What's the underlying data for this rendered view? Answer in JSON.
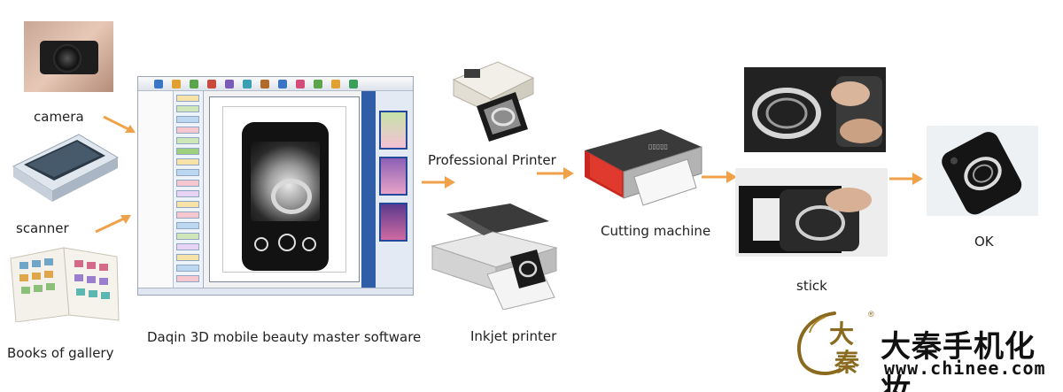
{
  "labels": {
    "camera": "camera",
    "scanner": "scanner",
    "books": "Books of gallery",
    "software": "Daqin 3D mobile beauty master software",
    "pro_printer": "Professional Printer",
    "inkjet": "Inkjet  printer",
    "cutting": "Cutting machine",
    "stick": "stick",
    "ok": "OK"
  },
  "logo": {
    "char1": "大",
    "char2": "秦",
    "registered": "®",
    "name": "大秦手机化妆",
    "url": "www.chinee.com"
  },
  "colors": {
    "arrow": "#f0a24b",
    "logo_gold": "#8a6a1e",
    "software_blue": "#2f5da8"
  }
}
